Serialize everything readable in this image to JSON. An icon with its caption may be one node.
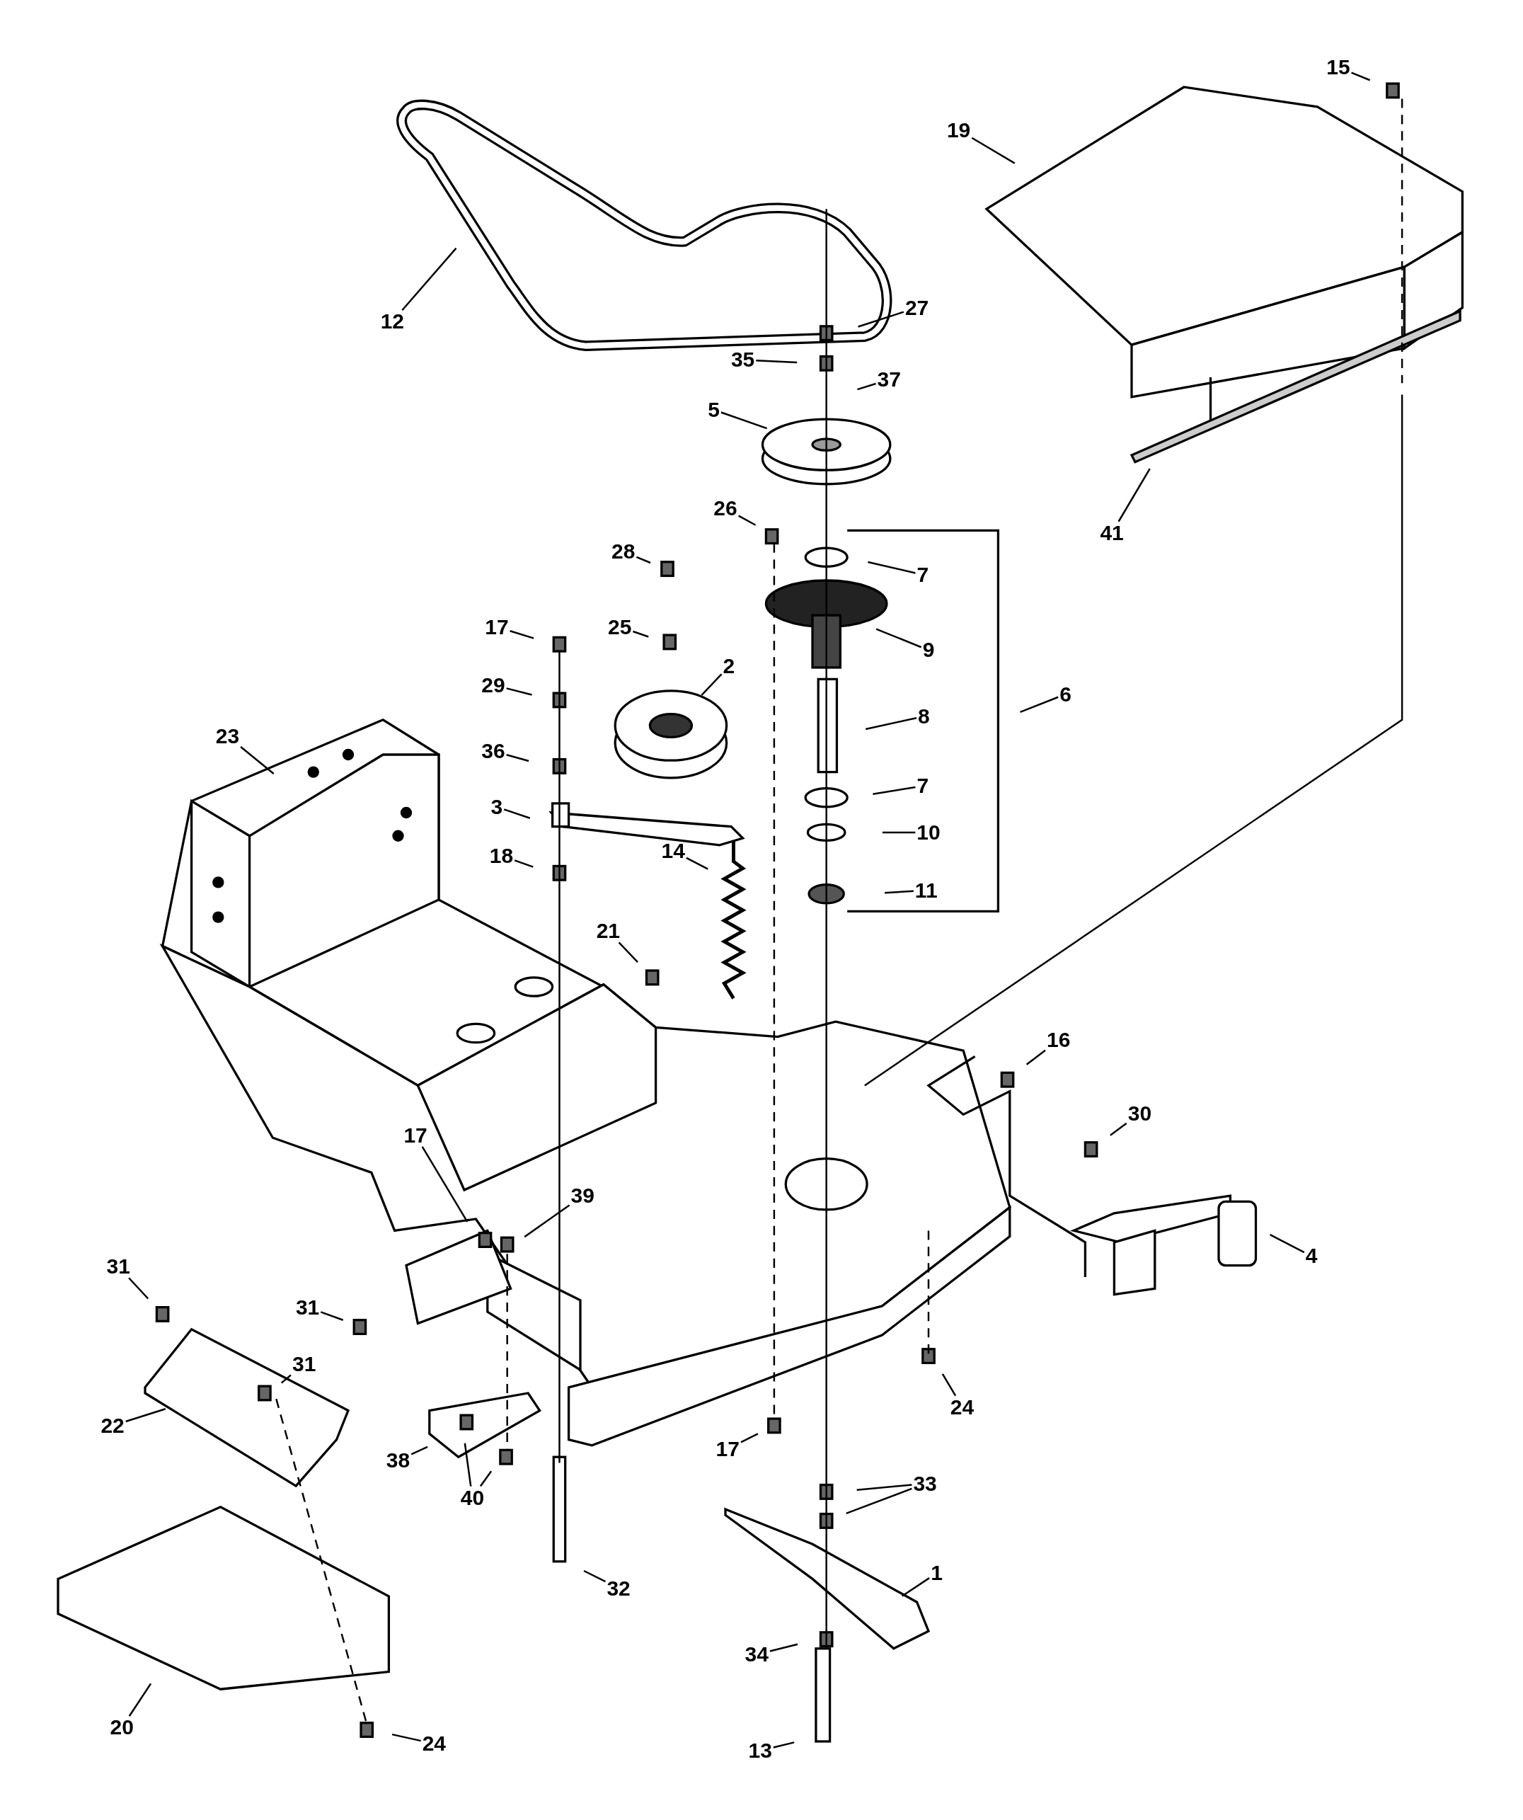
{
  "diagram": {
    "nodes": [
      {
        "text": [
          "15"
        ]
      },
      {
        "text": [
          "19"
        ]
      },
      {
        "text": [
          "27"
        ]
      },
      {
        "text": [
          "12"
        ]
      },
      {
        "text": [
          "35"
        ]
      },
      {
        "text": [
          "37"
        ]
      },
      {
        "text": [
          "5"
        ]
      },
      {
        "text": [
          "26"
        ]
      },
      {
        "text": [
          "41"
        ]
      },
      {
        "text": [
          "28"
        ]
      },
      {
        "text": [
          "7"
        ]
      },
      {
        "text": [
          "17"
        ]
      },
      {
        "text": [
          "25"
        ]
      },
      {
        "text": [
          "9"
        ]
      },
      {
        "text": [
          "2"
        ]
      },
      {
        "text": [
          "29"
        ]
      },
      {
        "text": [
          "6"
        ]
      },
      {
        "text": [
          "8"
        ]
      },
      {
        "text": [
          "23"
        ]
      },
      {
        "text": [
          "36"
        ]
      },
      {
        "text": [
          "7"
        ]
      },
      {
        "text": [
          "3"
        ]
      },
      {
        "text": [
          "10"
        ]
      },
      {
        "text": [
          "14"
        ]
      },
      {
        "text": [
          "18"
        ]
      },
      {
        "text": [
          "11"
        ]
      },
      {
        "text": [
          "21"
        ]
      },
      {
        "text": [
          "16"
        ]
      },
      {
        "text": [
          "30"
        ]
      },
      {
        "text": [
          "17"
        ]
      },
      {
        "text": [
          "39"
        ]
      },
      {
        "text": [
          "4"
        ]
      },
      {
        "text": [
          "31"
        ]
      },
      {
        "text": [
          "31"
        ]
      },
      {
        "text": [
          "31"
        ]
      },
      {
        "text": [
          "24"
        ]
      },
      {
        "text": [
          "22"
        ]
      },
      {
        "text": [
          "17"
        ]
      },
      {
        "text": [
          "38"
        ]
      },
      {
        "text": [
          "33"
        ]
      },
      {
        "text": [
          "40"
        ]
      },
      {
        "text": [
          "1"
        ]
      },
      {
        "text": [
          "32"
        ]
      },
      {
        "text": [
          "34"
        ]
      },
      {
        "text": [
          "20"
        ]
      },
      {
        "text": [
          "24"
        ]
      },
      {
        "text": [
          "13"
        ]
      }
    ],
    "edges": [
      {
        "from": 0,
        "to": null,
        "arrow": "none"
      },
      {
        "from": 1,
        "to": null,
        "arrow": "none"
      },
      {
        "from": 2,
        "to": null,
        "arrow": "none"
      },
      {
        "from": 3,
        "to": null,
        "arrow": "none"
      },
      {
        "from": 4,
        "to": null,
        "arrow": "none"
      },
      {
        "from": 5,
        "to": null,
        "arrow": "none"
      },
      {
        "from": 6,
        "to": null,
        "arrow": "none"
      },
      {
        "from": 7,
        "to": null,
        "arrow": "none"
      },
      {
        "from": 8,
        "to": null,
        "arrow": "none"
      },
      {
        "from": 9,
        "to": null,
        "arrow": "none"
      },
      {
        "from": 10,
        "to": null,
        "arrow": "none"
      },
      {
        "from": 11,
        "to": null,
        "arrow": "none"
      },
      {
        "from": 12,
        "to": null,
        "arrow": "none"
      },
      {
        "from": 13,
        "to": null,
        "arrow": "none"
      },
      {
        "from": 14,
        "to": null,
        "arrow": "none"
      },
      {
        "from": 15,
        "to": null,
        "arrow": "none"
      },
      {
        "from": 16,
        "to": null,
        "arrow": "none"
      },
      {
        "from": 17,
        "to": null,
        "arrow": "none"
      },
      {
        "from": 18,
        "to": null,
        "arrow": "none"
      },
      {
        "from": 19,
        "to": null,
        "arrow": "none"
      },
      {
        "from": 20,
        "to": null,
        "arrow": "none"
      },
      {
        "from": 21,
        "to": null,
        "arrow": "none"
      },
      {
        "from": 22,
        "to": null,
        "arrow": "none"
      },
      {
        "from": 23,
        "to": null,
        "arrow": "none"
      },
      {
        "from": 24,
        "to": null,
        "arrow": "none"
      },
      {
        "from": 25,
        "to": null,
        "arrow": "none"
      },
      {
        "from": 26,
        "to": null,
        "arrow": "none"
      },
      {
        "from": 27,
        "to": null,
        "arrow": "none"
      },
      {
        "from": 28,
        "to": null,
        "arrow": "none"
      },
      {
        "from": 29,
        "to": null,
        "arrow": "none"
      },
      {
        "from": 30,
        "to": null,
        "arrow": "none"
      },
      {
        "from": 31,
        "to": null,
        "arrow": "none"
      },
      {
        "from": 32,
        "to": null,
        "arrow": "none"
      },
      {
        "from": 33,
        "to": null,
        "arrow": "none"
      },
      {
        "from": 34,
        "to": null,
        "arrow": "none"
      },
      {
        "from": 35,
        "to": null,
        "arrow": "none"
      },
      {
        "from": 36,
        "to": null,
        "arrow": "none"
      },
      {
        "from": 37,
        "to": null,
        "arrow": "none"
      },
      {
        "from": 38,
        "to": null,
        "arrow": "none"
      },
      {
        "from": 39,
        "to": null,
        "arrow": "none"
      },
      {
        "from": 40,
        "to": null,
        "arrow": "none"
      },
      {
        "from": 41,
        "to": null,
        "arrow": "none"
      },
      {
        "from": 42,
        "to": null,
        "arrow": "none"
      },
      {
        "from": 43,
        "to": null,
        "arrow": "none"
      },
      {
        "from": 44,
        "to": null,
        "arrow": "none"
      },
      {
        "from": 45,
        "to": null,
        "arrow": "none"
      },
      {
        "from": 46,
        "to": null,
        "arrow": "none"
      },
      {
        "from": 39,
        "to": null,
        "arrow": "none"
      },
      {
        "from": 40,
        "to": null,
        "arrow": "none"
      }
    ]
  }
}
